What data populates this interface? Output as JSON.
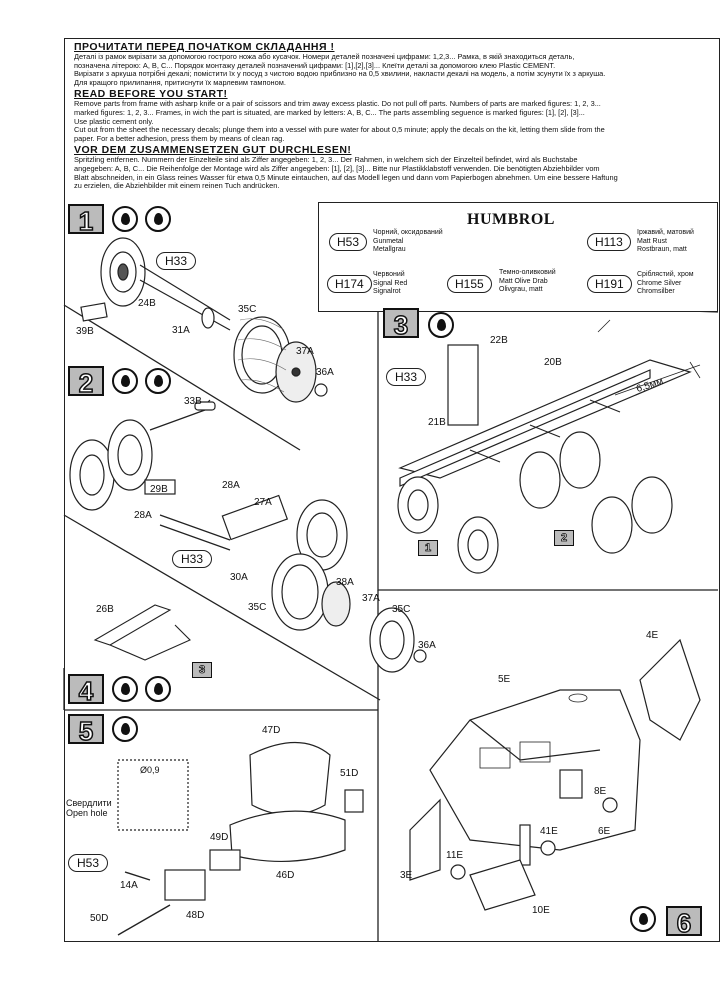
{
  "instructions": [
    {
      "heading": "ПРОЧИТАТИ ПЕРЕД ПОЧАТКОМ СКЛАДАННЯ !",
      "lines": [
        "Деталі із рамок вирізати за допомогою гострого ножа або кусачок. Номери деталей позначені цифрами: 1,2,3... Рамка, в якій знаходиться деталь,",
        "позначена літерою: A, B, C... Порядок монтажу деталей позначений цифрами: [1],[2],[3]... Клеїти деталі за допомогою клею Plastic CEMENT.",
        "Вирізати з аркуша потрібні декалі; помістити їх у посуд з чистою водою приблизно на 0,5 хвилини, накласти декалі на модель, а потім зсунути їх з аркуша.",
        "Для кращого прилипання, притиснути їх марлевим тампоном."
      ]
    },
    {
      "heading": "READ BEFORE YOU START!",
      "lines": [
        "Remove parts from frame with asharp knife or a pair of scissors and trim away excess plastic. Do not pull off parts. Numbers of parts are marked figures: 1, 2, 3...",
        "marked figures: 1, 2, 3... Frames, in wich the part is situated, are marked by letters: A, B, C... The parts assembling seguence is marked figures: [1], [2], [3]...",
        "Use plastic cement only.",
        "Cut out from the sheet the necessary decals; plunge them into a vessel with pure water for about 0,5 minute; apply the decals on the kit, letting them slide from the",
        "paper. For a better adhesion, press them by means of clean rag."
      ]
    },
    {
      "heading": "VOR DEM ZUSAMMENSETZEN GUT DURCHLESEN!",
      "lines": [
        "Spritzling entfernen. Nummern der Einzelteile sind als Ziffer angegeben: 1, 2, 3... Der Rahmen, in welchem sich der Einzelteil befindet, wird als Buchstabe",
        "angegeben: A, B, C... Die Reihenfolge der Montage wird als Ziffer angegeben: [1], [2], [3]... Bitte nur Plastikklabstoff verwenden. Die benötigten Abziehbilder vom",
        "Blatt abschneiden, in ein Glass reines Wasser für etwa 0,5 Minute eintauchen, auf das Modell legen und dann vom Papierbogen abnehmen. Um eine bessere Haftung",
        "zu erzielen, die Abziehbilder mit einem reinen Tuch andrücken."
      ]
    }
  ],
  "humbrol": {
    "title": "HUMBROL",
    "paints": [
      {
        "code": "H53",
        "names": [
          "Чорний, оксидований",
          "Gunmetal",
          "Metallgrau"
        ]
      },
      {
        "code": "H174",
        "names": [
          "Червоний",
          "Signal Red",
          "Signalrot"
        ]
      },
      {
        "code": "H155",
        "names": [
          "Темно-оливковий",
          "Matt Olive Drab",
          "Olivgrau, matt"
        ]
      },
      {
        "code": "H113",
        "names": [
          "Іржавий, матовий",
          "Matt Rust",
          "Rostbraun, matt"
        ]
      },
      {
        "code": "H191",
        "names": [
          "Сріблястий, хром",
          "Chrome Silver",
          "Chromsilber"
        ]
      }
    ]
  },
  "steps": [
    {
      "number": "1",
      "paint": "H33",
      "parts": [
        "24B",
        "39B",
        "31A",
        "35C",
        "37A",
        "36A"
      ]
    },
    {
      "number": "2",
      "paint": "H33",
      "parts": [
        "33B",
        "29B",
        "28A",
        "28A",
        "27A",
        "30A",
        "35C",
        "38A",
        "37A",
        "35C",
        "36A",
        "26B"
      ],
      "sub_step": "3"
    },
    {
      "number": "3",
      "paint": "H33",
      "parts": [
        "22B",
        "20B",
        "21B"
      ],
      "dimension": "6,5мм",
      "sub_steps": [
        "1",
        "2"
      ]
    },
    {
      "number": "4"
    },
    {
      "number": "5",
      "paint": "H53",
      "parts": [
        "47D",
        "51D",
        "49D",
        "46D",
        "14A",
        "48D",
        "50D"
      ],
      "hole_label": "Ø0,9",
      "hole_note": [
        "Свердлити",
        "Open hole"
      ]
    },
    {
      "number": "6",
      "parts": [
        "4E",
        "5E",
        "8E",
        "6E",
        "41E",
        "11E",
        "3E",
        "10E"
      ]
    }
  ]
}
